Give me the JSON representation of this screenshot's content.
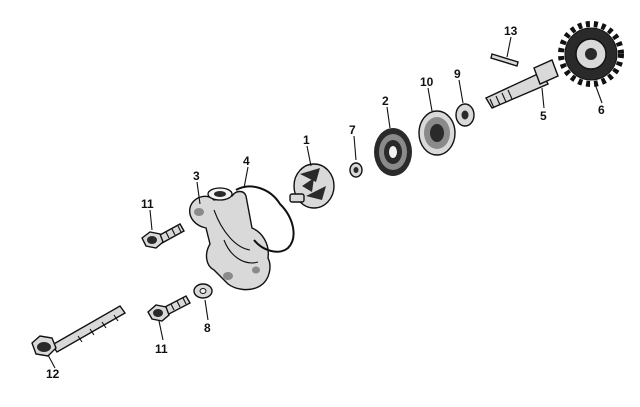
{
  "callouts": {
    "c1": "1",
    "c2": "2",
    "c3": "3",
    "c4": "4",
    "c5": "5",
    "c6": "6",
    "c7": "7",
    "c8": "8",
    "c9": "9",
    "c10": "10",
    "c11a": "11",
    "c11b": "11",
    "c12": "12",
    "c13": "13"
  },
  "style": {
    "line_color": "#111111",
    "part_fill": "#d9d9d9",
    "dark_fill": "#2a2a2a",
    "background": "#ffffff"
  }
}
